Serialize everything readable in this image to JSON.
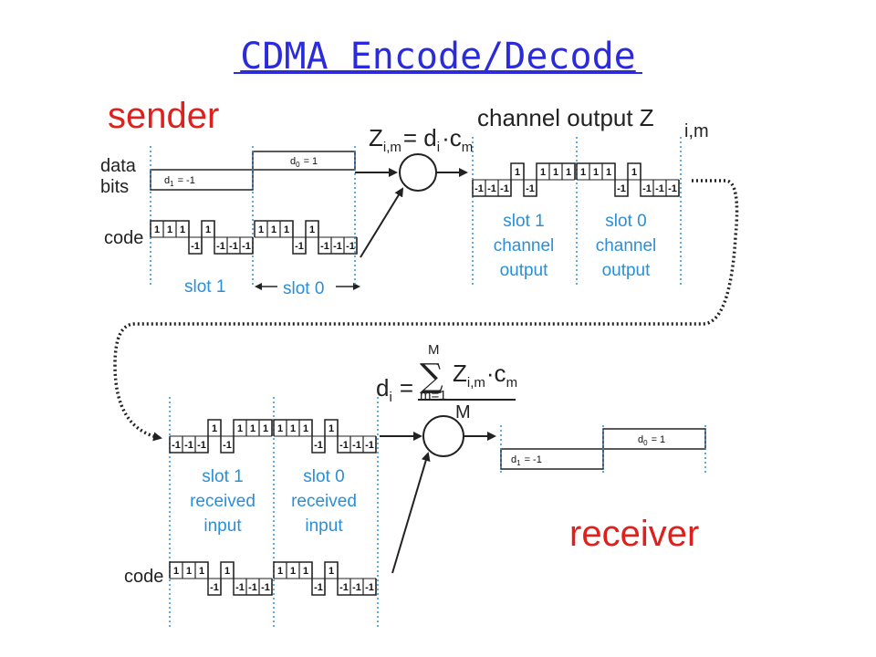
{
  "title": "CDMA Encode/Decode",
  "sender_label": "sender",
  "receiver_label": "receiver",
  "colors": {
    "title": "#2b2bd9",
    "role": "#e0201c",
    "slot_text": "#2a8fd8",
    "divider": "#2a8fd8",
    "line": "#222222"
  },
  "sender": {
    "data_bits_label": [
      "data",
      "bits"
    ],
    "code_label": "code",
    "d1_label": "d",
    "d1_sub": "1",
    "d1_value": "= -1",
    "d0_label": "d",
    "d0_sub": "0",
    "d0_value": "= 1",
    "slot1_label": "slot 1",
    "slot0_label": "slot 0"
  },
  "encode_formula": {
    "lhs": "Z",
    "lhs_sub": "i,m",
    "eq": "= d",
    "d_sub": "i",
    "dot": "·c",
    "c_sub": "m"
  },
  "channel": {
    "title": "channel output Z",
    "title_sub": "i,m",
    "slot1_label": [
      "slot 1",
      "channel",
      "output"
    ],
    "slot0_label": [
      "slot 0",
      "channel",
      "output"
    ]
  },
  "decode_formula": {
    "d": "d",
    "d_sub": "i",
    "eq": "=",
    "sum_top": "M",
    "sum_symbol": "∑",
    "sum_bottom": "m=1",
    "z": "Z",
    "z_sub": "i,m",
    "dot": "·c",
    "c_sub": "m",
    "denominator": "M"
  },
  "receiver": {
    "slot1_label": [
      "slot 1",
      "received",
      "input"
    ],
    "slot0_label": [
      "slot 0",
      "received",
      "input"
    ],
    "code_label": "code",
    "d1_label": "d",
    "d1_sub": "1",
    "d1_value": "= -1",
    "d0_label": "d",
    "d0_sub": "0",
    "d0_value": "= 1"
  },
  "code_sequence": [
    1,
    1,
    1,
    -1,
    1,
    -1,
    -1,
    -1
  ],
  "channel_slot1_values": [
    -1,
    -1,
    -1,
    1,
    -1,
    1,
    1,
    1
  ],
  "channel_slot0_values": [
    1,
    1,
    1,
    -1,
    1,
    -1,
    -1,
    -1
  ],
  "bit_labels": {
    "pos": "1",
    "neg": "-1"
  }
}
